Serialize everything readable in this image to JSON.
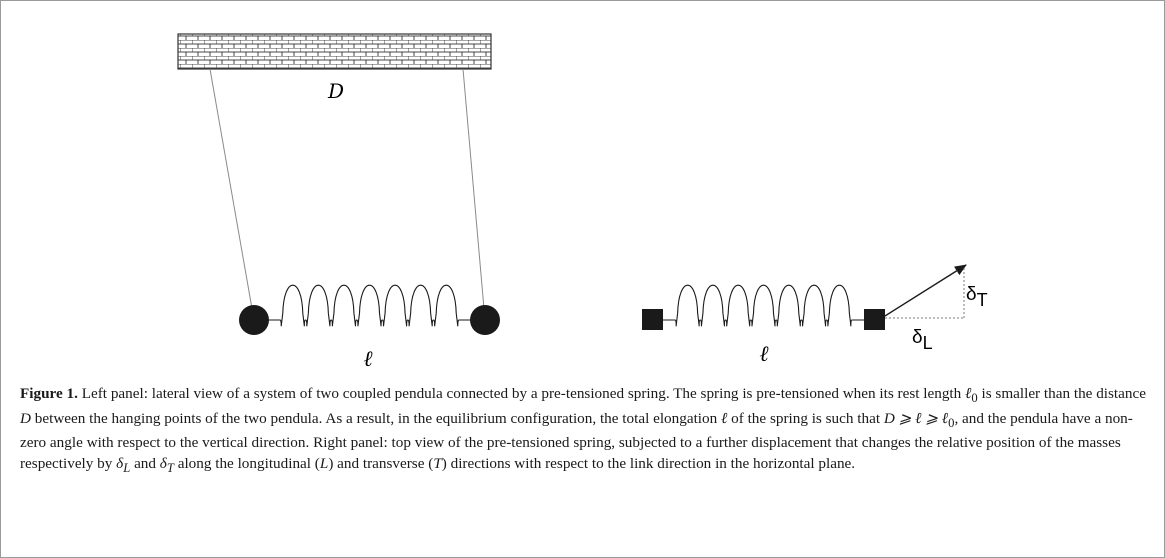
{
  "figure": {
    "left_panel": {
      "wall_label": "D",
      "spring_label": "ℓ"
    },
    "right_panel": {
      "spring_label": "ℓ",
      "delta_t_label": "δ",
      "delta_t_sub": "T",
      "delta_l_label": "δ",
      "delta_l_sub": "L"
    }
  },
  "caption": {
    "label": "Figure 1.",
    "p1": " Left panel: lateral view of a system of two coupled pendula connected by a pre-tensioned spring. The spring is pre-tensioned when its rest length ",
    "ell0": "ℓ",
    "ell0_sub": "0",
    "p2": " is smaller than the distance ",
    "D": "D",
    "p3": " between the hanging points of the two pendula. As a result, in the equilibrium configuration, the total elongation ",
    "ell": "ℓ",
    "p4": " of the spring is such that ",
    "ineq": "D ⩾ ℓ ⩾ ℓ",
    "ineq_sub": "0",
    "p5": ", and the pendula have a non-zero angle with respect to the vertical direction. Right panel: top view of the pre-tensioned spring, subjected to a further displacement that changes the relative position of the masses respectively by ",
    "dL": "δ",
    "dL_sub": "L",
    "p6": " and ",
    "dT": "δ",
    "dT_sub": "T",
    "p7": " along the longitudinal (",
    "L": "L",
    "p8": ") and transverse (",
    "T": "T",
    "p9": ") directions with respect to the link direction in the horizontal plane."
  }
}
